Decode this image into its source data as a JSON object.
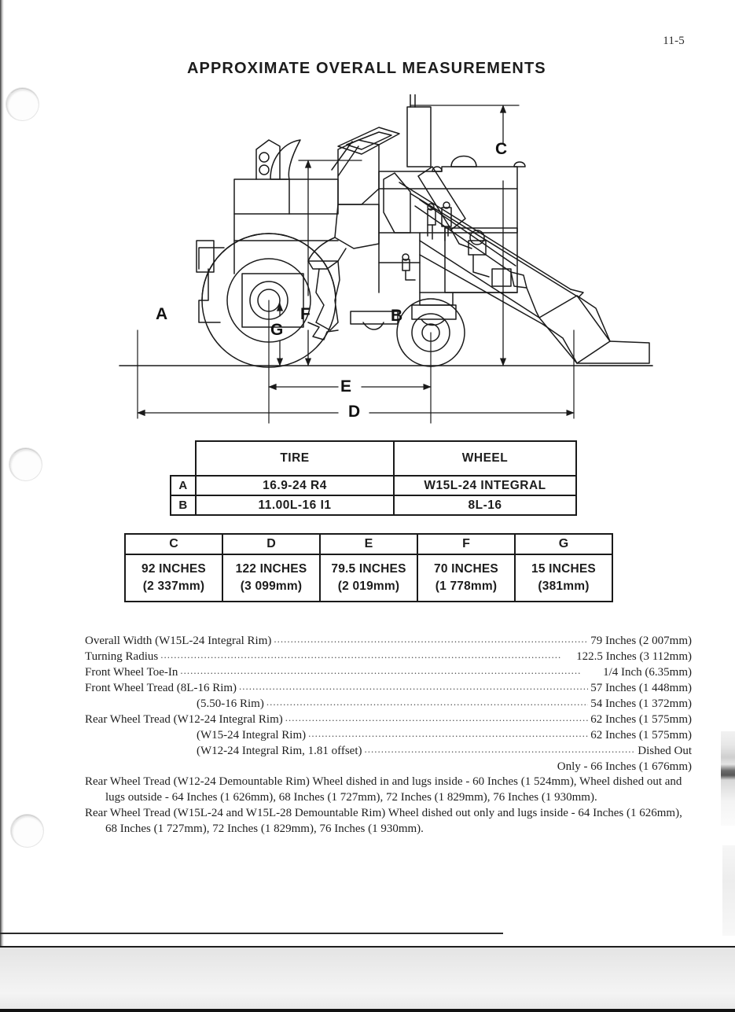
{
  "page": {
    "number": "11-5",
    "title": "APPROXIMATE OVERALL MEASUREMENTS"
  },
  "diagram": {
    "name": "tractor-loader-side-view",
    "dimension_letters": {
      "A": "A",
      "B": "B",
      "C": "C",
      "D": "D",
      "E": "E",
      "F": "F",
      "G": "G"
    }
  },
  "tire_wheel_table": {
    "headers": [
      "",
      "TIRE",
      "WHEEL"
    ],
    "rows": [
      {
        "label": "A",
        "tire": "16.9-24 R4",
        "wheel": "W15L-24 INTEGRAL"
      },
      {
        "label": "B",
        "tire": "11.00L-16 I1",
        "wheel": "8L-16"
      }
    ]
  },
  "dimension_table": {
    "headers": [
      "C",
      "D",
      "E",
      "F",
      "G"
    ],
    "values": [
      {
        "inches": "92 INCHES",
        "mm": "(2 337mm)"
      },
      {
        "inches": "122 INCHES",
        "mm": "(3 099mm)"
      },
      {
        "inches": "79.5 INCHES",
        "mm": "(2 019mm)"
      },
      {
        "inches": "70 INCHES",
        "mm": "(1 778mm)"
      },
      {
        "inches": "15 INCHES",
        "mm": "(381mm)"
      }
    ]
  },
  "specifications": {
    "lines": [
      {
        "type": "dotted",
        "label": "Overall Width (W15L-24 Integral Rim)",
        "value": "79 Inches  (2 007mm)"
      },
      {
        "type": "dotted",
        "label": "Turning Radius",
        "value": "122.5 Inches  (3 112mm)"
      },
      {
        "type": "dotted",
        "label": "Front Wheel Toe-In",
        "value": "1/4 Inch  (6.35mm)"
      },
      {
        "type": "dotted",
        "label": "Front Wheel Tread (8L-16 Rim)",
        "value": "57 Inches  (1 448mm)"
      },
      {
        "type": "dotted-indent",
        "label": "(5.50-16 Rim)",
        "value": "54 Inches  (1 372mm)"
      },
      {
        "type": "dotted",
        "label": "Rear Wheel Tread (W12-24 Integral Rim)",
        "value": "62 Inches  (1 575mm)"
      },
      {
        "type": "dotted-indent",
        "label": "(W15-24 Integral Rim)",
        "value": "62 Inches  (1 575mm)"
      },
      {
        "type": "dotted-indent",
        "label": "(W12-24 Integral Rim, 1.81 offset)",
        "value": "Dished Out"
      },
      {
        "type": "right",
        "text": "Only - 66 Inches  (1 676mm)"
      },
      {
        "type": "paragraph",
        "text": "Rear Wheel Tread (W12-24 Demountable Rim) Wheel dished in and lugs inside - 60 Inches (1 524mm), Wheel dished out and lugs outside - 64 Inches (1 626mm), 68 Inches (1 727mm), 72 Inches (1 829mm), 76 Inches (1 930mm)."
      },
      {
        "type": "paragraph",
        "text": "Rear Wheel Tread (W15L-24 and W15L-28 Demountable Rim) Wheel dished out only and lugs inside - 64 Inches (1 626mm), 68 Inches (1 727mm), 72 Inches (1 829mm), 76 Inches (1 930mm)."
      }
    ]
  },
  "colors": {
    "ink": "#1a1a1a",
    "paper": "#ffffff",
    "scan_edge": "#6b6b6b"
  }
}
